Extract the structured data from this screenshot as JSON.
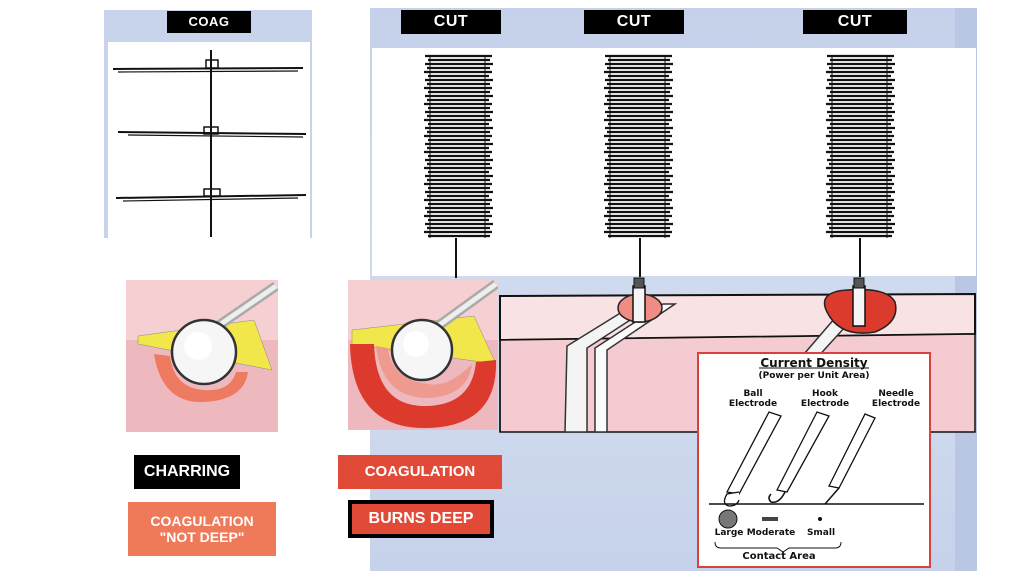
{
  "coag_panel": {
    "header": "COAG"
  },
  "cut_panels": [
    {
      "header": "CUT"
    },
    {
      "header": "CUT"
    },
    {
      "header": "CUT"
    }
  ],
  "labels": {
    "charring": "CHARRING",
    "coag_not_deep_line1": "COAGULATION",
    "coag_not_deep_line2": "\"NOT DEEP\"",
    "coagulation": "COAGULATION",
    "burns_deep": "BURNS DEEP"
  },
  "current_density": {
    "title": "Current Density",
    "subtitle": "(Power per Unit Area)",
    "electrodes": [
      {
        "line1": "Ball",
        "line2": "Electrode"
      },
      {
        "line1": "Hook",
        "line2": "Electrode"
      },
      {
        "line1": "Needle",
        "line2": "Electrode"
      }
    ],
    "contact_sizes": [
      "Large",
      "Moderate",
      "Small"
    ],
    "contact_area": "Contact Area"
  },
  "colors": {
    "background_blue": "#c8d4ec",
    "tissue_pink": "#f5cfd2",
    "char_yellow": "#f1e74a",
    "coag_light_red": "#ef7a62",
    "burn_red": "#dd3a2e",
    "label_black": "#000000",
    "label_salmon": "#ee7a5a",
    "label_red": "#e04a36",
    "inset_border": "#d9423a"
  }
}
